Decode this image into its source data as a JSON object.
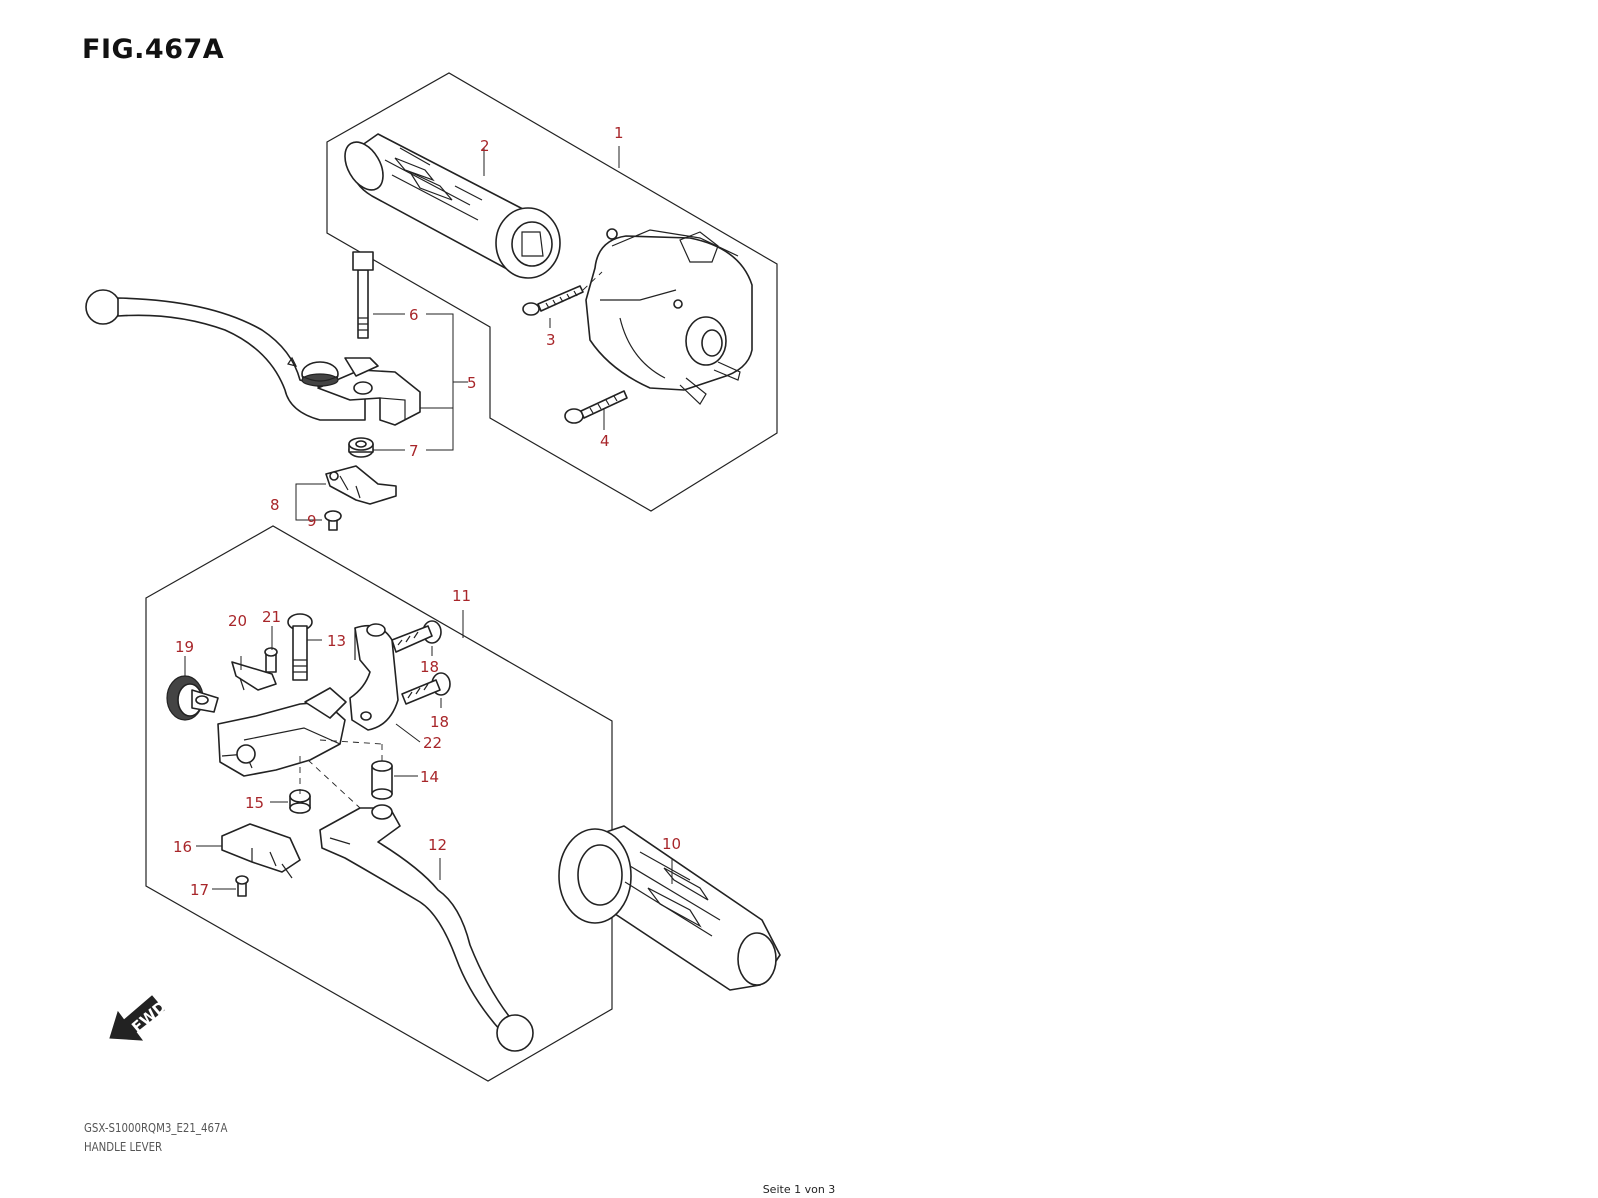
{
  "figure": {
    "title": "FIG.467A",
    "model_code": "GSX-S1000RQM3_E21_467A",
    "caption": "HANDLE LEVER",
    "footer": "Seite 1 von 3"
  },
  "callouts": [
    "1",
    "2",
    "3",
    "4",
    "5",
    "6",
    "7",
    "8",
    "9",
    "10",
    "11",
    "12",
    "13",
    "14",
    "15",
    "16",
    "17",
    "18",
    "18",
    "19",
    "20",
    "21",
    "22"
  ],
  "direction_indicator": {
    "label": "FWD",
    "icon": "forward-arrow-icon"
  },
  "colors": {
    "callout": "#a8262a",
    "line": "#222222",
    "background": "#ffffff"
  }
}
